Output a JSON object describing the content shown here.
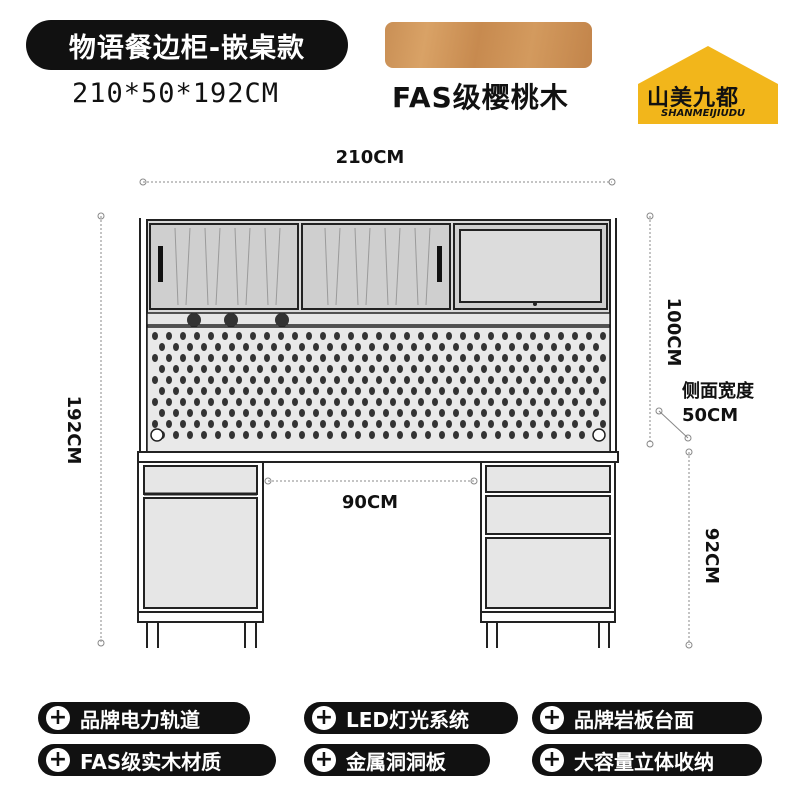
{
  "product": {
    "title": "物语餐边柜-嵌桌款",
    "dimensions": "210*50*192CM",
    "wood": "FAS级樱桃木",
    "wood_color": "#cf9457"
  },
  "brand": {
    "name": "山美九都",
    "romanized": "SHANMEIJIUDU",
    "logo_color": "#f2b61b",
    "logo_icon": "house-logo-icon"
  },
  "measurements": {
    "total_width": "210CM",
    "total_height": "192CM",
    "upper_height": "100CM",
    "side_depth_label": "侧面宽度",
    "side_depth": "50CM",
    "desk_gap": "90CM",
    "lower_height": "92CM"
  },
  "features": [
    {
      "label": "品牌电力轨道"
    },
    {
      "label": "LED灯光系统"
    },
    {
      "label": "品牌岩板台面"
    },
    {
      "label": "FAS级实木材质"
    },
    {
      "label": "金属洞洞板"
    },
    {
      "label": "大容量立体收纳"
    }
  ]
}
